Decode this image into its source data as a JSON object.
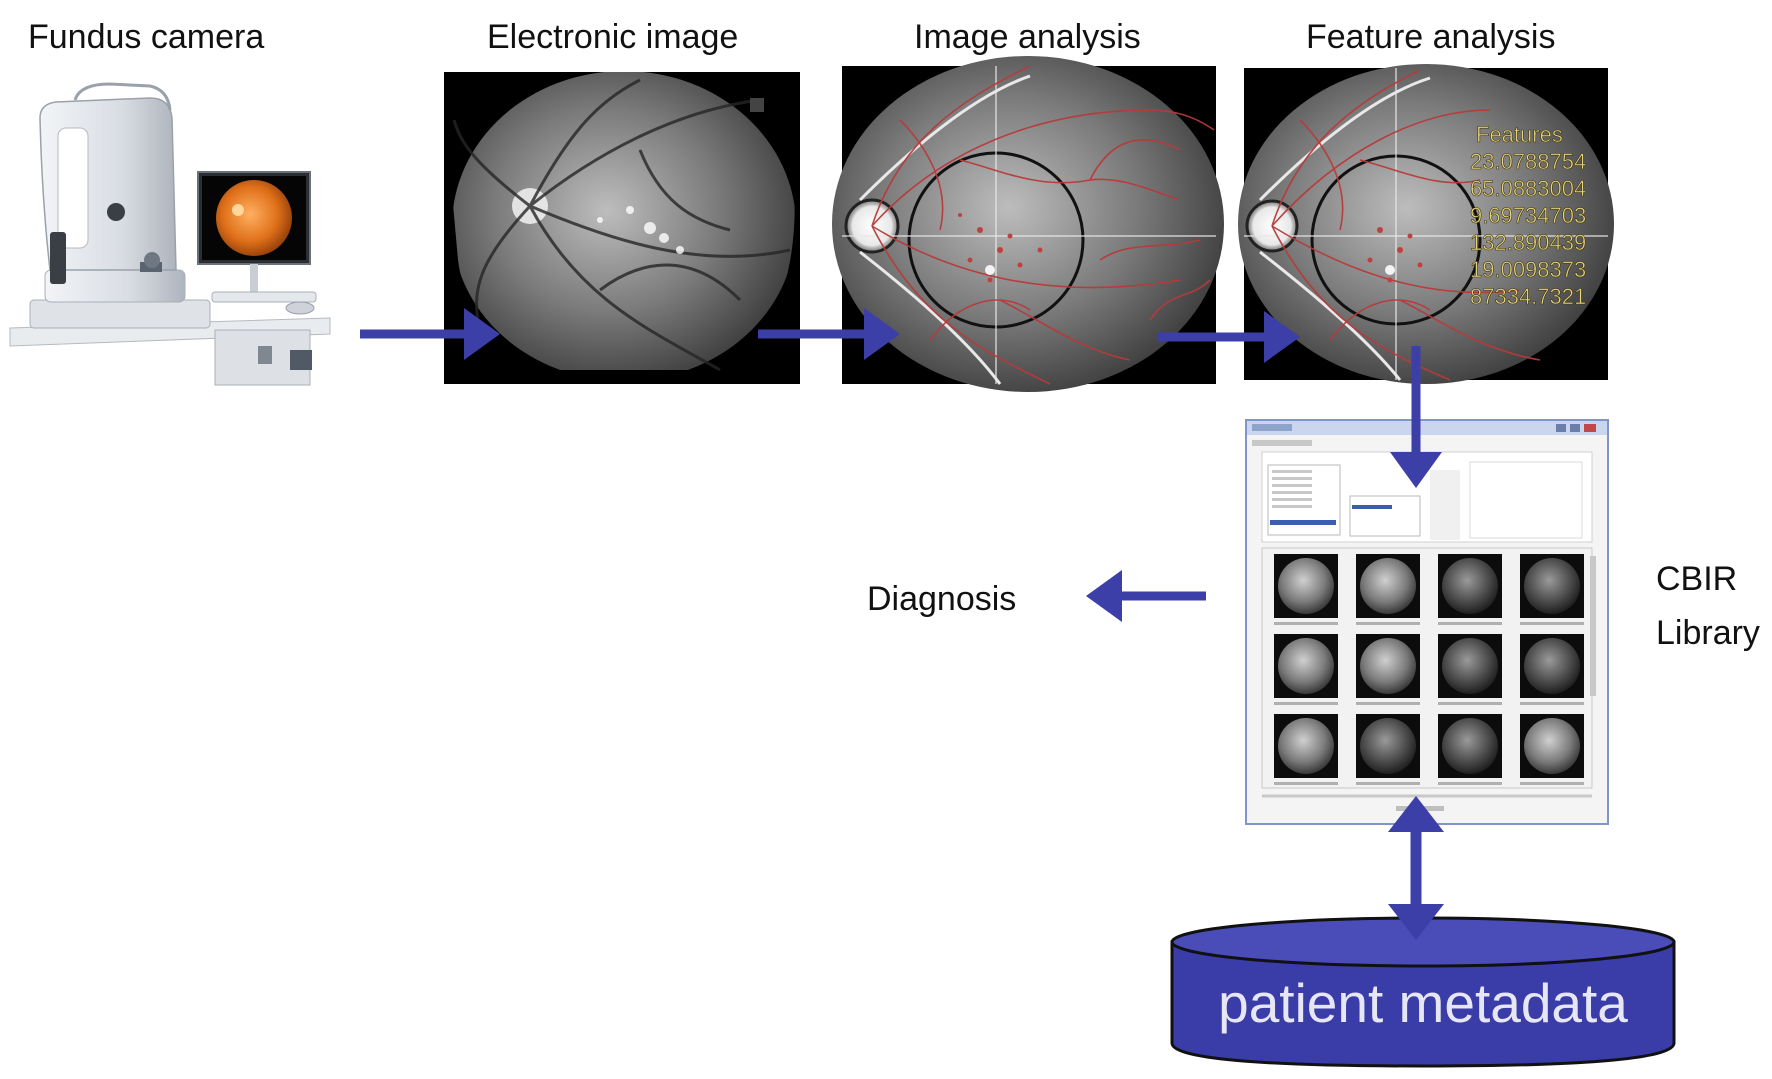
{
  "stages": {
    "fundus_camera": "Fundus camera",
    "electronic_image": "Electronic image",
    "image_analysis": "Image analysis",
    "feature_analysis": "Feature analysis"
  },
  "features": {
    "title": "Features",
    "values": [
      "23.0788754",
      "65.0883004",
      "9.69734703",
      "132.890439",
      "19.0098373",
      "87334.7321"
    ]
  },
  "diagnosis_label": "Diagnosis",
  "cbir": {
    "line1": "CBIR",
    "line2": "Library"
  },
  "database_label": "patient metadata",
  "colors": {
    "arrow": "#3d3fa8",
    "db_fill": "#3a3ca8",
    "db_top": "#4a4cb8",
    "db_text": "#e6e6f5",
    "feature_text": "#e8d27a",
    "vessel": "#b83a3a"
  },
  "icons": [
    "fundus-camera-icon",
    "retina-image-icon",
    "cbir-window-icon",
    "database-icon"
  ]
}
